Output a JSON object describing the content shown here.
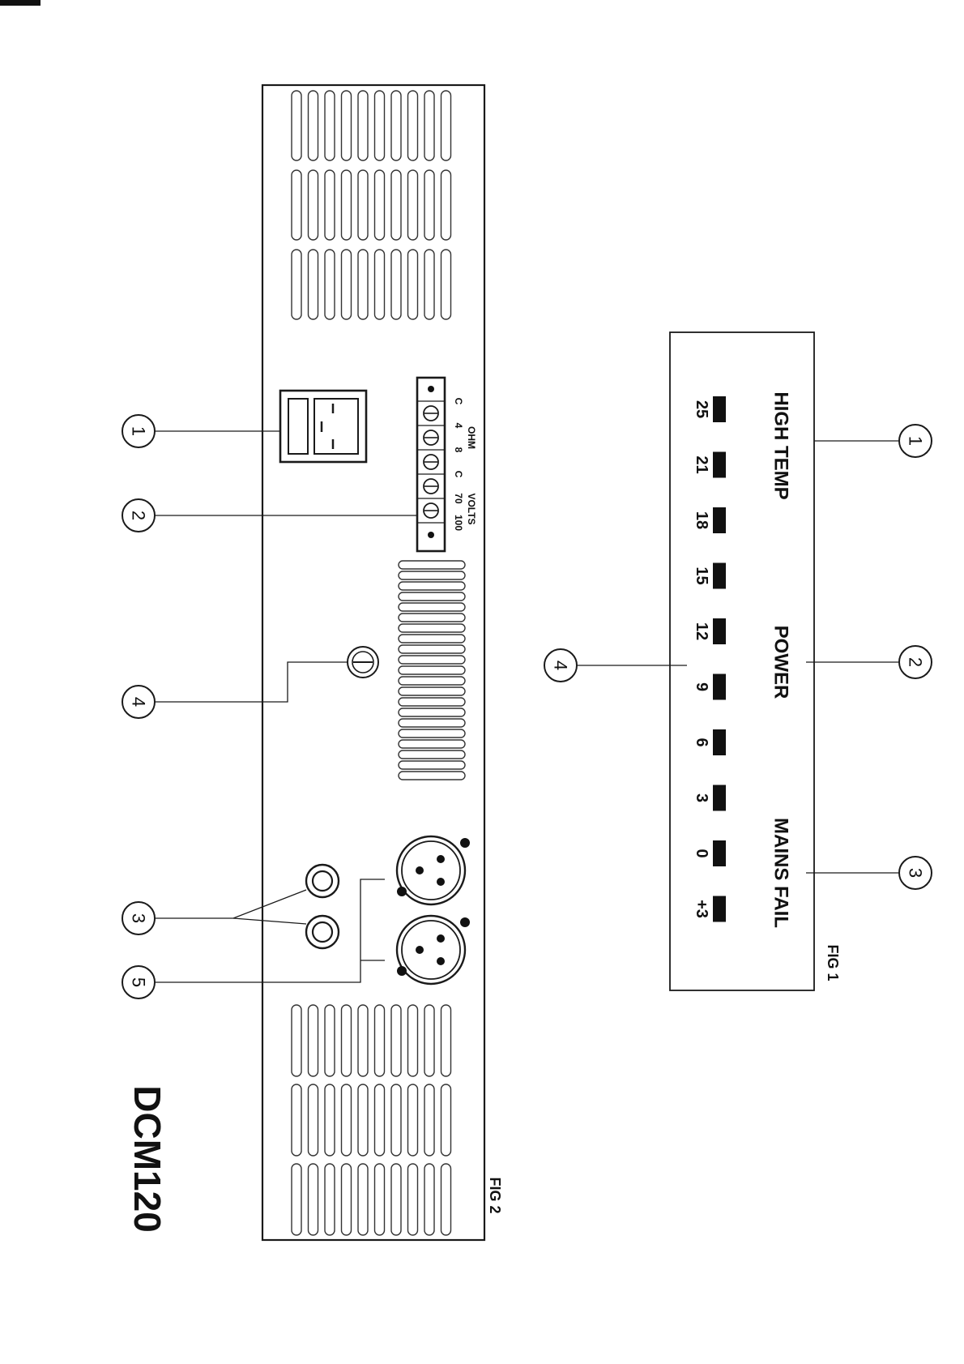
{
  "model_title": "DCM120",
  "fig1": {
    "caption": "FIG 1",
    "labels": {
      "high_temp": "HIGH TEMP",
      "power": "POWER",
      "mains_fail": "MAINS FAIL"
    },
    "meter_scale": [
      "25",
      "21",
      "18",
      "15",
      "12",
      "9",
      "6",
      "3",
      "0",
      "+3"
    ],
    "callouts": [
      "1",
      "2",
      "3",
      "4"
    ]
  },
  "fig2": {
    "caption": "FIG 2",
    "terminal_block": {
      "ohm_label": "OHM",
      "volts_label": "VOLTS",
      "terminal_labels": [
        "C",
        "4",
        "8",
        "C",
        "70",
        "100"
      ]
    },
    "callouts": [
      "1",
      "2",
      "4",
      "3",
      "5"
    ]
  }
}
